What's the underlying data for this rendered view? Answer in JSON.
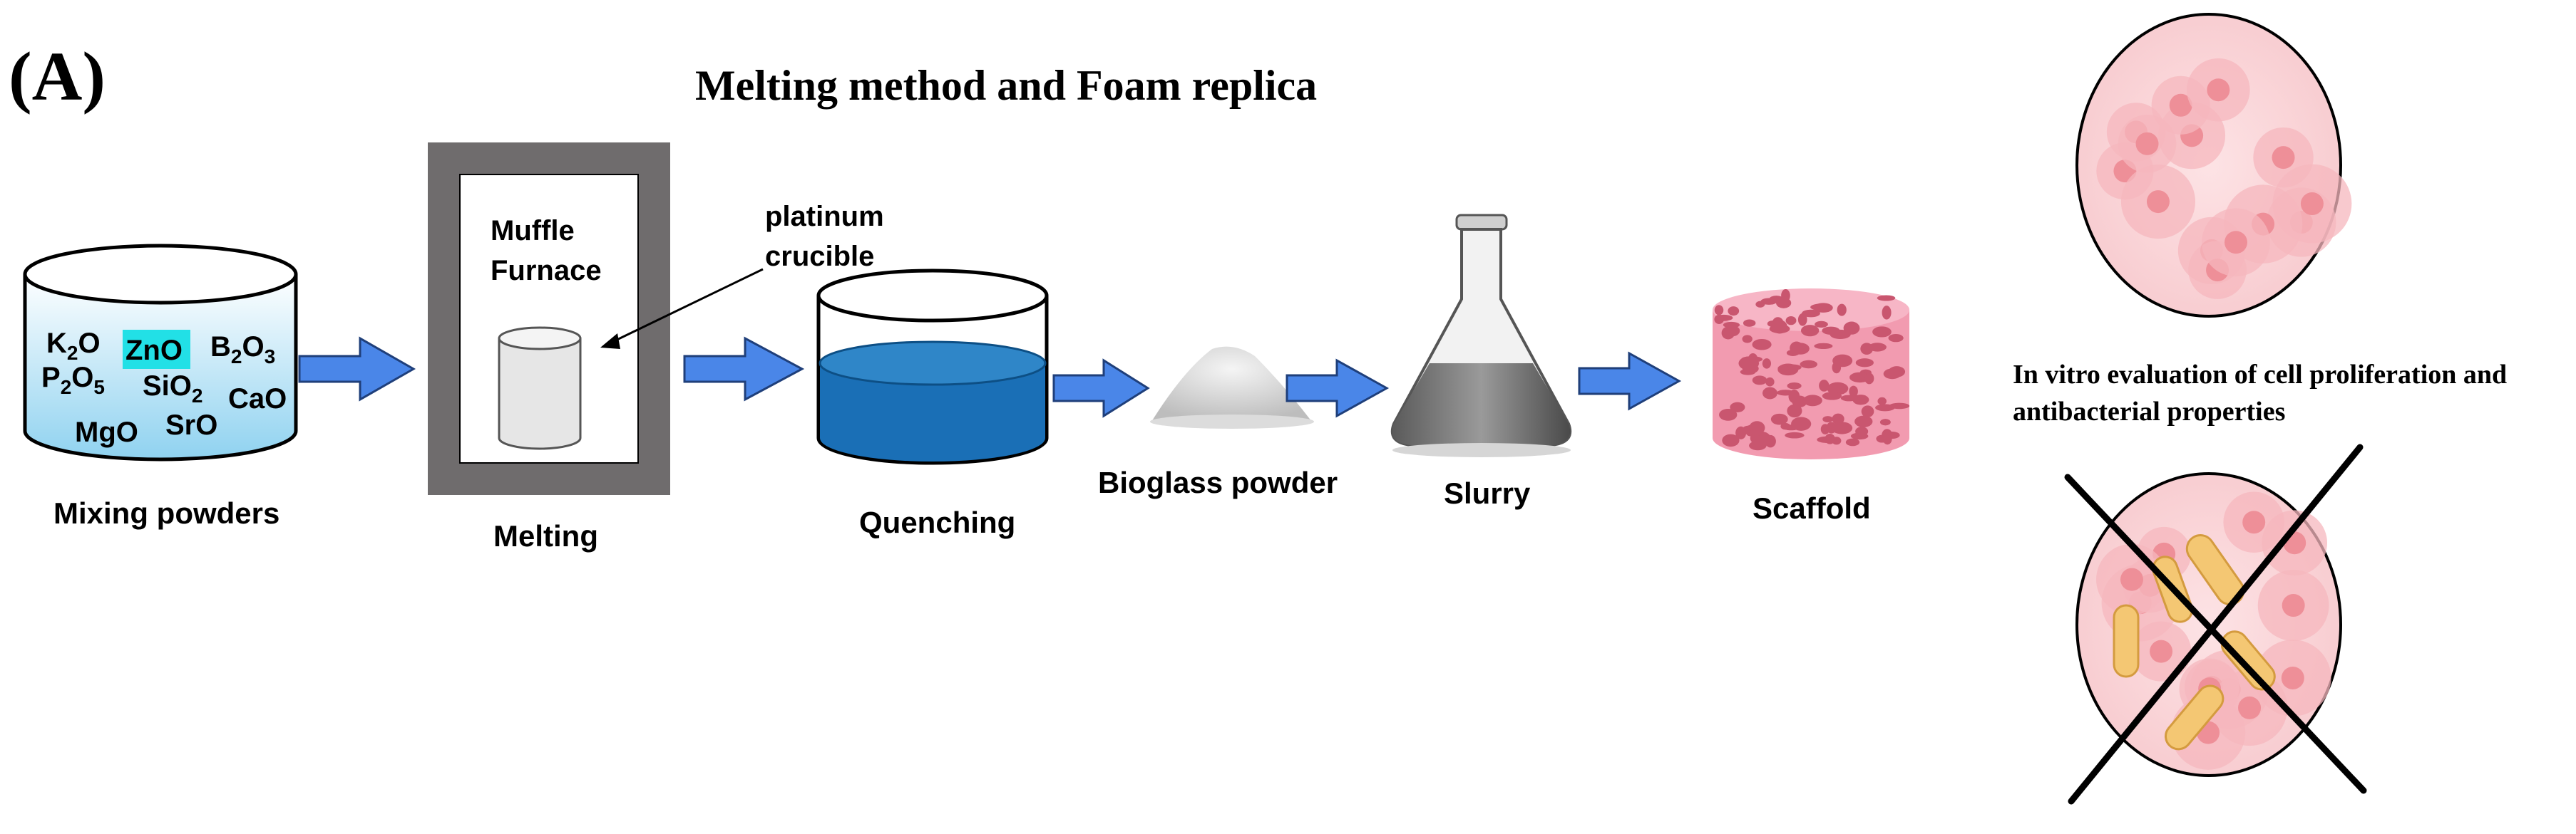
{
  "panel_label": "(A)",
  "title": "Melting method and Foam replica",
  "steps": {
    "mixing": {
      "label": "Mixing powders",
      "oxides": {
        "k2o": {
          "base": "K",
          "sub": "2",
          "tail": "O"
        },
        "zno": "ZnO",
        "b2o3": {
          "base": "B",
          "sub1": "2",
          "mid": "O",
          "sub2": "3"
        },
        "p2o5": {
          "base": "P",
          "sub1": "2",
          "mid": "O",
          "sub2": "5"
        },
        "sio2": {
          "base": "SiO",
          "sub": "2"
        },
        "cao": "CaO",
        "mgo": "MgO",
        "sro": "SrO"
      }
    },
    "melting": {
      "label": "Melting",
      "furnace_line1": "Muffle",
      "furnace_line2": "Furnace",
      "crucible_line1": "platinum",
      "crucible_line2": "crucible"
    },
    "quenching": {
      "label": "Quenching"
    },
    "powder": {
      "label": "Bioglass powder"
    },
    "slurry": {
      "label": "Slurry"
    },
    "scaffold": {
      "label": "Scaffold"
    }
  },
  "evaluation": {
    "line1": "In vitro evaluation of cell proliferation and",
    "line2": "antibacterial properties"
  },
  "colors": {
    "arrow": "#4a86e8",
    "water": "#1a6fb6",
    "zno_highlight": "#22e0e6",
    "scaffold": "#f29bb0",
    "cell": "#f6b7bd"
  },
  "icons": [
    "arrow-right-icon",
    "beaker-icon",
    "furnace-icon",
    "crucible-icon",
    "powder-pile-icon",
    "flask-icon",
    "scaffold-icon",
    "cell-culture-icon",
    "cross-icon"
  ]
}
